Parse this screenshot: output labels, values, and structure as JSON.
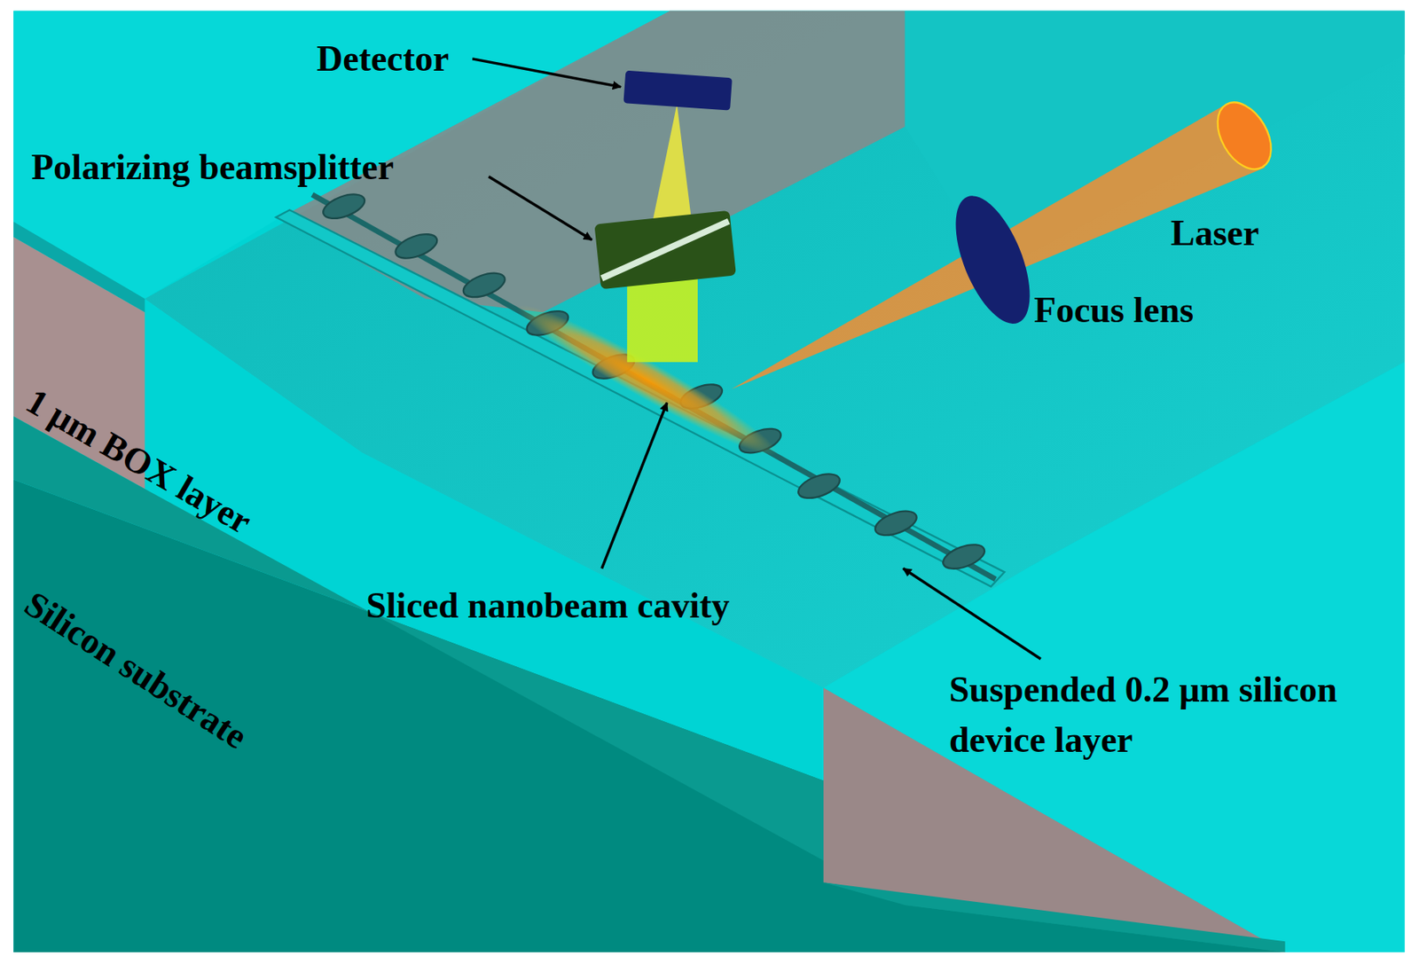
{
  "diagram": {
    "labels": [
      "Detector",
      "Polarizing beamsplitter",
      "Laser",
      "Focus lens",
      "1 μm BOX layer",
      "Silicon substrate",
      "Sliced nanobeam cavity",
      "Suspended 0.2 μm silicon device layer"
    ]
  }
}
